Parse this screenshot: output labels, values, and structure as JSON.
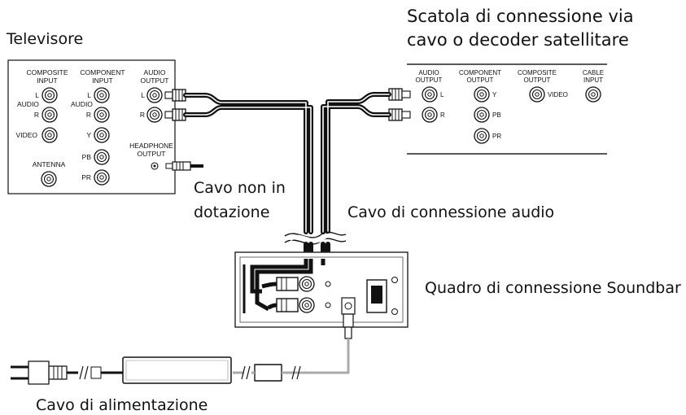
{
  "labels": {
    "tv": "Televisore",
    "box_line1": "Scatola di connessione via",
    "box_line2": "cavo o decoder satellitare",
    "not_included_line1": "Cavo non in",
    "not_included_line2": "dotazione",
    "audio_cable": "Cavo di connessione audio",
    "soundbar_panel": "Quadro di connessione Soundbar",
    "power_cable": "Cavo di alimentazione"
  },
  "tv_panel": {
    "composite_input_1": "COMPOSITE",
    "composite_input_2": "INPUT",
    "component_input_1": "COMPONENT",
    "component_input_2": "INPUT",
    "audio_output_1": "AUDIO",
    "audio_output_2": "OUTPUT",
    "audio_left": "AUDIO",
    "audio_mid": "AUDIO",
    "l": "L",
    "r": "R",
    "video": "VIDEO",
    "y": "Y",
    "pb": "PB",
    "pr": "PR",
    "antenna": "ANTENNA",
    "headphone_1": "HEADPHONE",
    "headphone_2": "OUTPUT"
  },
  "box_panel": {
    "audio_output_1": "AUDIO",
    "audio_output_2": "OUTPUT",
    "component_output_1": "COMPONENT",
    "component_output_2": "OUTPUT",
    "composite_output_1": "COMPOSITE",
    "composite_output_2": "OUTPUT",
    "cable_input_1": "CABLE",
    "cable_input_2": "INPUT",
    "l": "L",
    "r": "R",
    "y": "Y",
    "pb": "PB",
    "pr": "PR",
    "video": "VIDEO"
  }
}
